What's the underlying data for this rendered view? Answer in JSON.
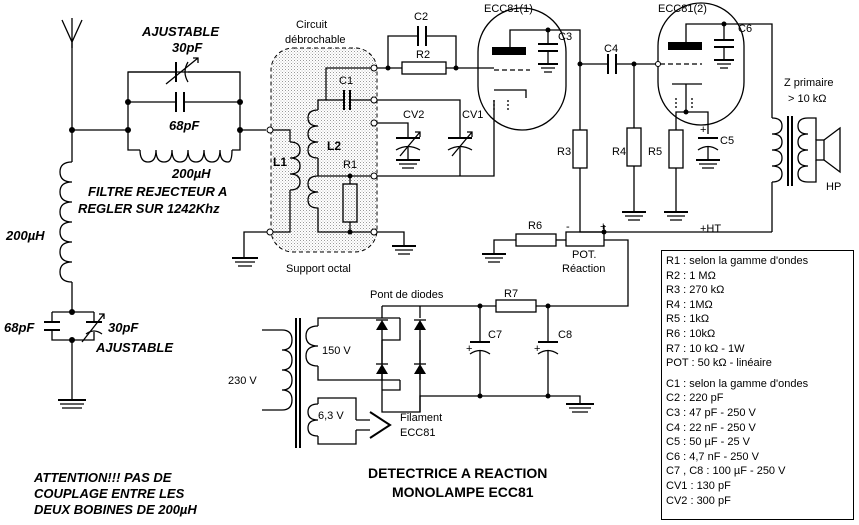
{
  "labels": {
    "ajustable_top": "AJUSTABLE",
    "cap_30pf_top": "30pF",
    "cap_68pf_top": "68pF",
    "coil_200uh_top": "200µH",
    "filter_line1": "FILTRE REJECTEUR A",
    "filter_line2": "REGLER SUR 1242Khz",
    "coil_200uh_left": "200µH",
    "cap_68pf_bottom": "68pF",
    "cap_30pf_bottom": "30pF",
    "ajustable_bottom": "AJUSTABLE",
    "warning_line1": "ATTENTION!!! PAS DE",
    "warning_line2": "COUPLAGE ENTRE LES",
    "warning_line3": "DEUX BOBINES DE 200µH",
    "circuit_line1": "Circuit",
    "circuit_line2": "débrochable",
    "support_octal": "Support octal",
    "l1": "L1",
    "l2": "L2",
    "c1": "C1",
    "c2": "C2",
    "c3": "C3",
    "c4": "C4",
    "c5": "C5",
    "c6": "C6",
    "c7": "C7",
    "c8": "C8",
    "r1": "R1",
    "r2": "R2",
    "r3": "R3",
    "r4": "R4",
    "r5": "R5",
    "r6": "R6",
    "r7": "R7",
    "cv1": "CV1",
    "cv2": "CV2",
    "tube1": "ECC81(1)",
    "tube2": "ECC81(2)",
    "z_primaire": "Z primaire",
    "z_value": "> 10 kΩ",
    "hp": "HP",
    "ht": "+HT",
    "pot_line1": "POT.",
    "pot_line2": "Réaction",
    "pot_minus": "-",
    "pot_plus": "+",
    "pont_diodes": "Pont de diodes",
    "v230": "230 V",
    "v150": "150 V",
    "v63": "6,3 V",
    "filament_line1": "Filament",
    "filament_line2": "ECC81",
    "plus": "+",
    "title_line1": "DETECTRICE A REACTION",
    "title_line2": "MONOLAMPE ECC81"
  },
  "legend": [
    "R1 : selon la gamme d'ondes",
    "R2 : 1 MΩ",
    "R3 : 270 kΩ",
    "R4 : 1MΩ",
    "R5 : 1kΩ",
    "R6 : 10kΩ",
    "R7 : 10 kΩ - 1W",
    "POT : 50 kΩ - linéaire",
    "",
    "C1 : selon la gamme d'ondes",
    "C2 : 220 pF",
    "C3 : 47 pF - 250 V",
    "C4 : 22 nF - 250 V",
    "C5 : 50 µF - 25 V",
    "C6 : 4,7 nF - 250 V",
    "C7 , C8 : 100 µF - 250 V",
    "CV1 : 130 pF",
    "CV2 : 300 pF"
  ]
}
